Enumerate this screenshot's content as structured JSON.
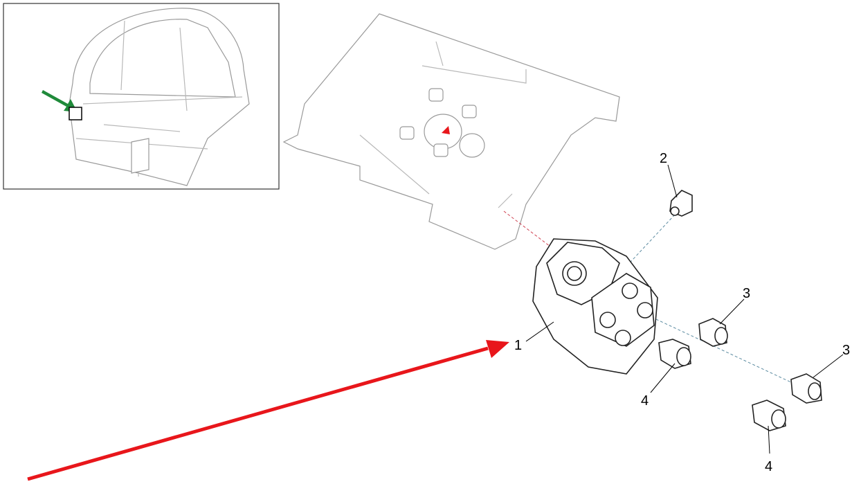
{
  "callouts": [
    {
      "id": "1",
      "text": "1"
    },
    {
      "id": "2",
      "text": "2"
    },
    {
      "id": "3a",
      "text": "3"
    },
    {
      "id": "3b",
      "text": "3"
    },
    {
      "id": "4a",
      "text": "4"
    },
    {
      "id": "4b",
      "text": "4"
    }
  ],
  "colors": {
    "highlight_arrow": "#e8161b",
    "locator_arrow": "#1f8a3a",
    "centerline_red": "#d04050",
    "centerline_blue": "#5a8aa0"
  }
}
